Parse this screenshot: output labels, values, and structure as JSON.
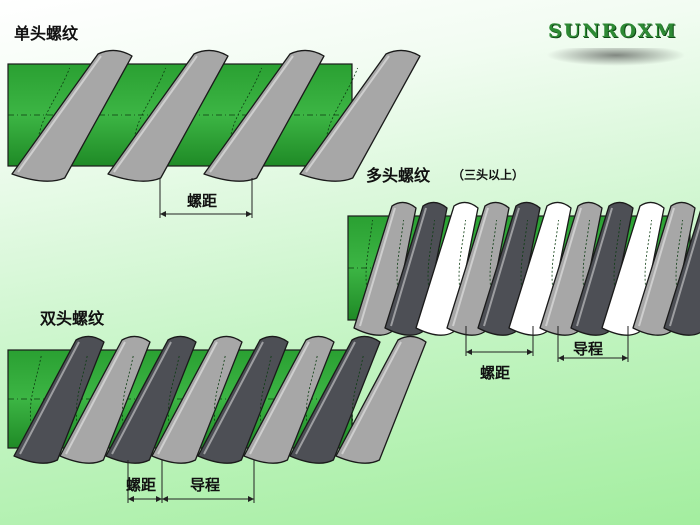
{
  "brand": {
    "logo_text": "SUNROXM"
  },
  "colors": {
    "shaft": "#2e9a35",
    "shaft_dark": "#217a27",
    "thread_gray": "#a7a7a7",
    "thread_dark": "#4d4f55",
    "thread_white": "#ffffff",
    "outline": "#1a1a1a"
  },
  "single": {
    "title": "单头螺纹",
    "pitch_label": "螺距"
  },
  "double": {
    "title": "双头螺纹",
    "pitch_label": "螺距",
    "lead_label": "导程"
  },
  "multi": {
    "title": "多头螺纹",
    "note": "（三头以上）",
    "pitch_label": "螺距",
    "lead_label": "导程"
  }
}
